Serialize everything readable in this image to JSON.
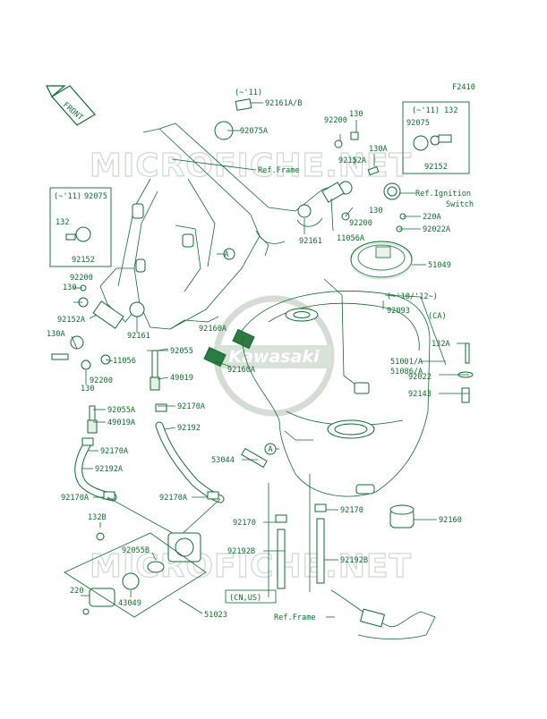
{
  "figure_code": "F2410",
  "front_label": "FRONT",
  "watermarks": {
    "site": "MICROFICHE.NET",
    "brand": "Kawasaki"
  },
  "labels": {
    "l_92161AB": "92161A/B",
    "l_pre11_a": "(~'11)",
    "l_92075A": "92075A",
    "l_ref_frame_top": "Ref.Frame",
    "l_130_a": "130",
    "l_92200_a": "92200",
    "l_92152A_a": "92152A",
    "l_130A_a": "130A",
    "l_pre11_b": "(~'11)",
    "l_132_a": "132",
    "l_92075_a": "92075",
    "l_92152_a": "92152",
    "l_ref_ignition": "Ref.Ignition",
    "l_switch": "Switch",
    "l_130_b": "130",
    "l_220A": "220A",
    "l_92022A": "92022A",
    "l_92200_b": "92200",
    "l_92161_a": "92161",
    "l_11056A": "11056A",
    "l_pre11_c": "(~'11)",
    "l_92075_b": "92075",
    "l_132_b": "132",
    "l_92152_b": "92152",
    "l_92200_c": "92200",
    "l_130_c": "130",
    "l_92152A_b": "92152A",
    "l_130A_b": "130A",
    "l_92161_b": "92161",
    "l_11056": "11056",
    "l_92200_d": "92200",
    "l_130_d": "130",
    "l_A_1": "A",
    "l_51049": "51049",
    "l_pre10_12": "(~'10/'12~)",
    "l_92093": "92093",
    "l_CA": "(CA)",
    "l_92160A_a": "92160A",
    "l_92160A_b": "92160A",
    "l_92055": "92055",
    "l_49019": "49019",
    "l_92055A": "92055A",
    "l_49019A": "49019A",
    "l_92170A_a": "92170A",
    "l_92192": "92192",
    "l_132A": "132A",
    "l_51001A": "51001/A",
    "l_51086A": "51086/A",
    "l_92022": "92022",
    "l_92143": "92143",
    "l_92170A_b": "92170A",
    "l_92192A": "92192A",
    "l_53044": "53044",
    "l_A_2": "A",
    "l_92170A_c": "92170A",
    "l_92170A_d": "92170A",
    "l_132B": "132B",
    "l_92170_a": "92170",
    "l_92170_b": "92170",
    "l_92160": "92160",
    "l_92192B_a": "92192B",
    "l_92192B_b": "92192B",
    "l_92055B": "92055B",
    "l_220": "220",
    "l_43049": "43049",
    "l_CN_US": "(CN,US)",
    "l_51023": "51023",
    "l_ref_frame_bottom": "Ref.Frame"
  }
}
